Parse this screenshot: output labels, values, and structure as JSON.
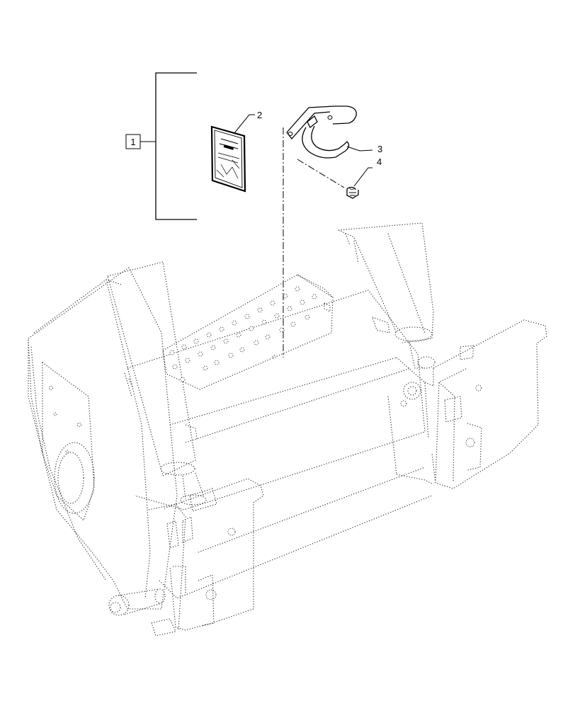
{
  "callouts": {
    "kit": "1",
    "decal": "2",
    "bracket": "3",
    "bolt": "4"
  },
  "colors": {
    "line": "#000000",
    "background": "#ffffff",
    "decal_fill": "#ffffff"
  },
  "icons": {
    "decal": "decal-sheet-icon",
    "bracket": "u-bracket-icon",
    "bolt": "flange-bolt-icon"
  }
}
